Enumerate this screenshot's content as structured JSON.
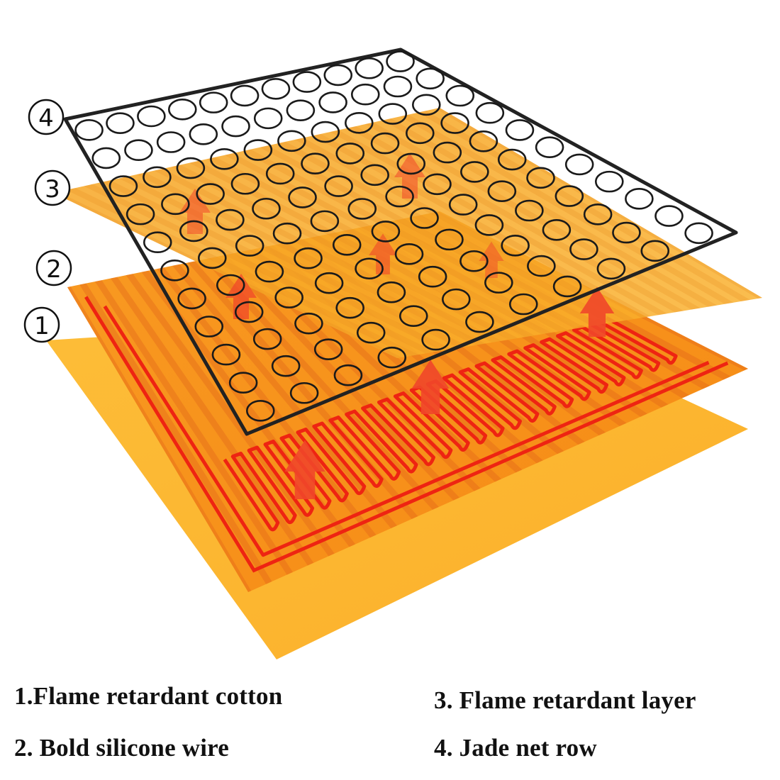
{
  "layer_markers": [
    "4",
    "3",
    "2",
    "1"
  ],
  "legend": {
    "item1": "1.Flame retardant cotton",
    "item2": "2. Bold silicone wire",
    "item3": "3. Flame retardant layer",
    "item4": "4. Jade net row"
  },
  "colors": {
    "bottom_layer": "#FDB830",
    "retardant_layer": "#F9AE26",
    "wire_layer": "#F7931E",
    "silicone_wire": "#EE2412",
    "heat_arrow": "#F0472A",
    "net_outline": "#222222"
  }
}
